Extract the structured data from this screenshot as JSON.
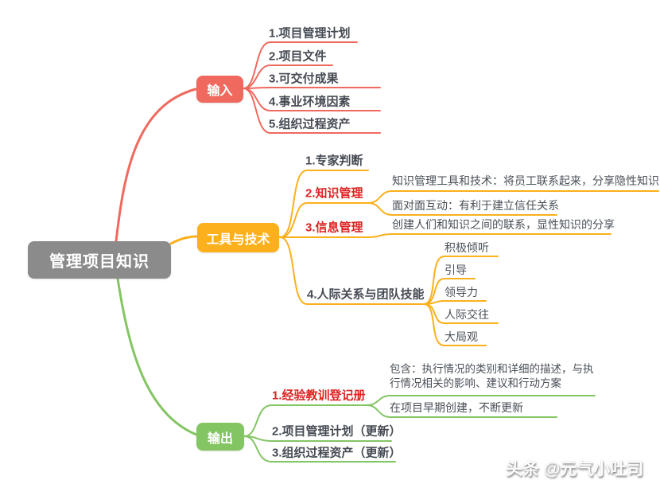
{
  "root": {
    "label": "管理项目知识"
  },
  "branches": {
    "input": {
      "label": "输入",
      "color": "#f0695e",
      "items": [
        {
          "label": "1.项目管理计划"
        },
        {
          "label": "2.项目文件"
        },
        {
          "label": "3.可交付成果"
        },
        {
          "label": "4.事业环境因素"
        },
        {
          "label": "5.组织过程资产"
        }
      ]
    },
    "tools": {
      "label": "工具与技术",
      "color": "#fcb01b",
      "items": [
        {
          "label": "1.专家判断"
        },
        {
          "label": "2.知识管理",
          "emphasis": "red",
          "children": [
            {
              "label": "知识管理工具和技术：将员工联系起来，分享隐性知识"
            },
            {
              "label": "面对面互动：有利于建立信任关系"
            }
          ]
        },
        {
          "label": "3.信息管理",
          "emphasis": "red",
          "children": [
            {
              "label": "创建人们和知识之间的联系，显性知识的分享"
            }
          ]
        },
        {
          "label": "4.人际关系与团队技能",
          "children": [
            {
              "label": "积极倾听"
            },
            {
              "label": "引导"
            },
            {
              "label": "领导力"
            },
            {
              "label": "人际交往"
            },
            {
              "label": "大局观"
            }
          ]
        }
      ]
    },
    "output": {
      "label": "输出",
      "color": "#83c563",
      "items": [
        {
          "label": "1.经验教训登记册",
          "emphasis": "red",
          "children": [
            {
              "label": "包含：执行情况的类别和详细的描述，与执行情况相关的影响、建议和行动方案"
            },
            {
              "label": "在项目早期创建，不断更新"
            }
          ]
        },
        {
          "label": "2.项目管理计划（更新）"
        },
        {
          "label": "3.组织过程资产（更新）"
        }
      ]
    }
  },
  "watermark": {
    "text": "头条 @元气小吐司"
  },
  "colors": {
    "root_bg": "#8b8b8b",
    "input_branch": "#f0695e",
    "tools_branch": "#fcb11d",
    "output_branch": "#85c765",
    "emphasis_text": "#df2323",
    "topic_text": "#454a53",
    "subtopic_text": "#4a5058"
  }
}
